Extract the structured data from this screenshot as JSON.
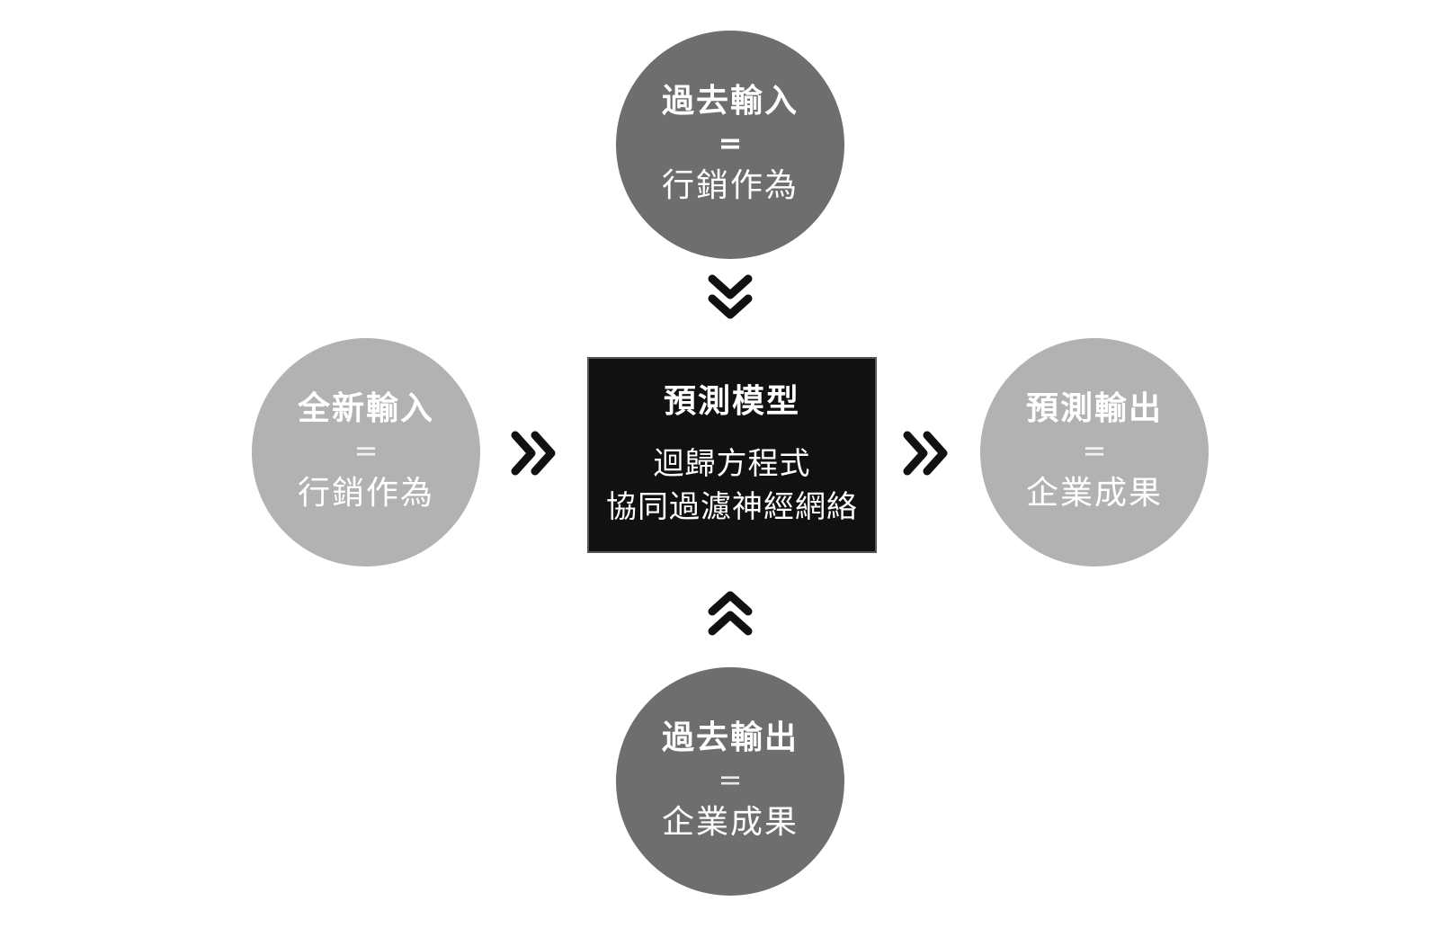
{
  "nodes": {
    "top": {
      "title": "過去輸入",
      "eq": "=",
      "value": "行銷作為"
    },
    "left": {
      "title": "全新輸入",
      "eq": "=",
      "value": "行銷作為"
    },
    "right": {
      "title": "預測輸出",
      "eq": "=",
      "value": "企業成果"
    },
    "bottom": {
      "title": "過去輸出",
      "eq": "=",
      "value": "企業成果"
    }
  },
  "center": {
    "title": "預測模型",
    "line1": "迴歸方程式",
    "line2": "協同過濾神經網絡"
  },
  "colors": {
    "dark_circle": "#6e6e6e",
    "light_circle": "#b2b2b2",
    "center_box": "#111111",
    "arrow": "#111111"
  },
  "icons": {
    "down": "double-chevron-down-icon",
    "up": "double-chevron-up-icon",
    "right": "double-chevron-right-icon"
  }
}
